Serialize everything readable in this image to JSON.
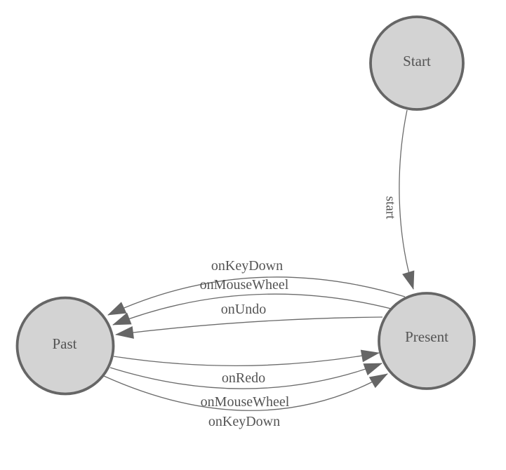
{
  "diagram": {
    "type": "state-machine",
    "nodes": [
      {
        "id": "start",
        "label": "Start"
      },
      {
        "id": "past",
        "label": "Past"
      },
      {
        "id": "present",
        "label": "Present"
      }
    ],
    "edges": [
      {
        "from": "start",
        "to": "present",
        "label": "start"
      },
      {
        "from": "present",
        "to": "past",
        "label": "onKeyDown"
      },
      {
        "from": "present",
        "to": "past",
        "label": "onMouseWheel"
      },
      {
        "from": "present",
        "to": "past",
        "label": "onUndo"
      },
      {
        "from": "past",
        "to": "present",
        "label": "onRedo"
      },
      {
        "from": "past",
        "to": "present",
        "label": "onMouseWheel"
      },
      {
        "from": "past",
        "to": "present",
        "label": "onKeyDown"
      }
    ],
    "colors": {
      "background": "#ffffff",
      "node_fill": "#d3d3d3",
      "node_border": "#666666",
      "edge": "#6b6b6b",
      "arrow": "#666666",
      "text": "#545454"
    }
  }
}
